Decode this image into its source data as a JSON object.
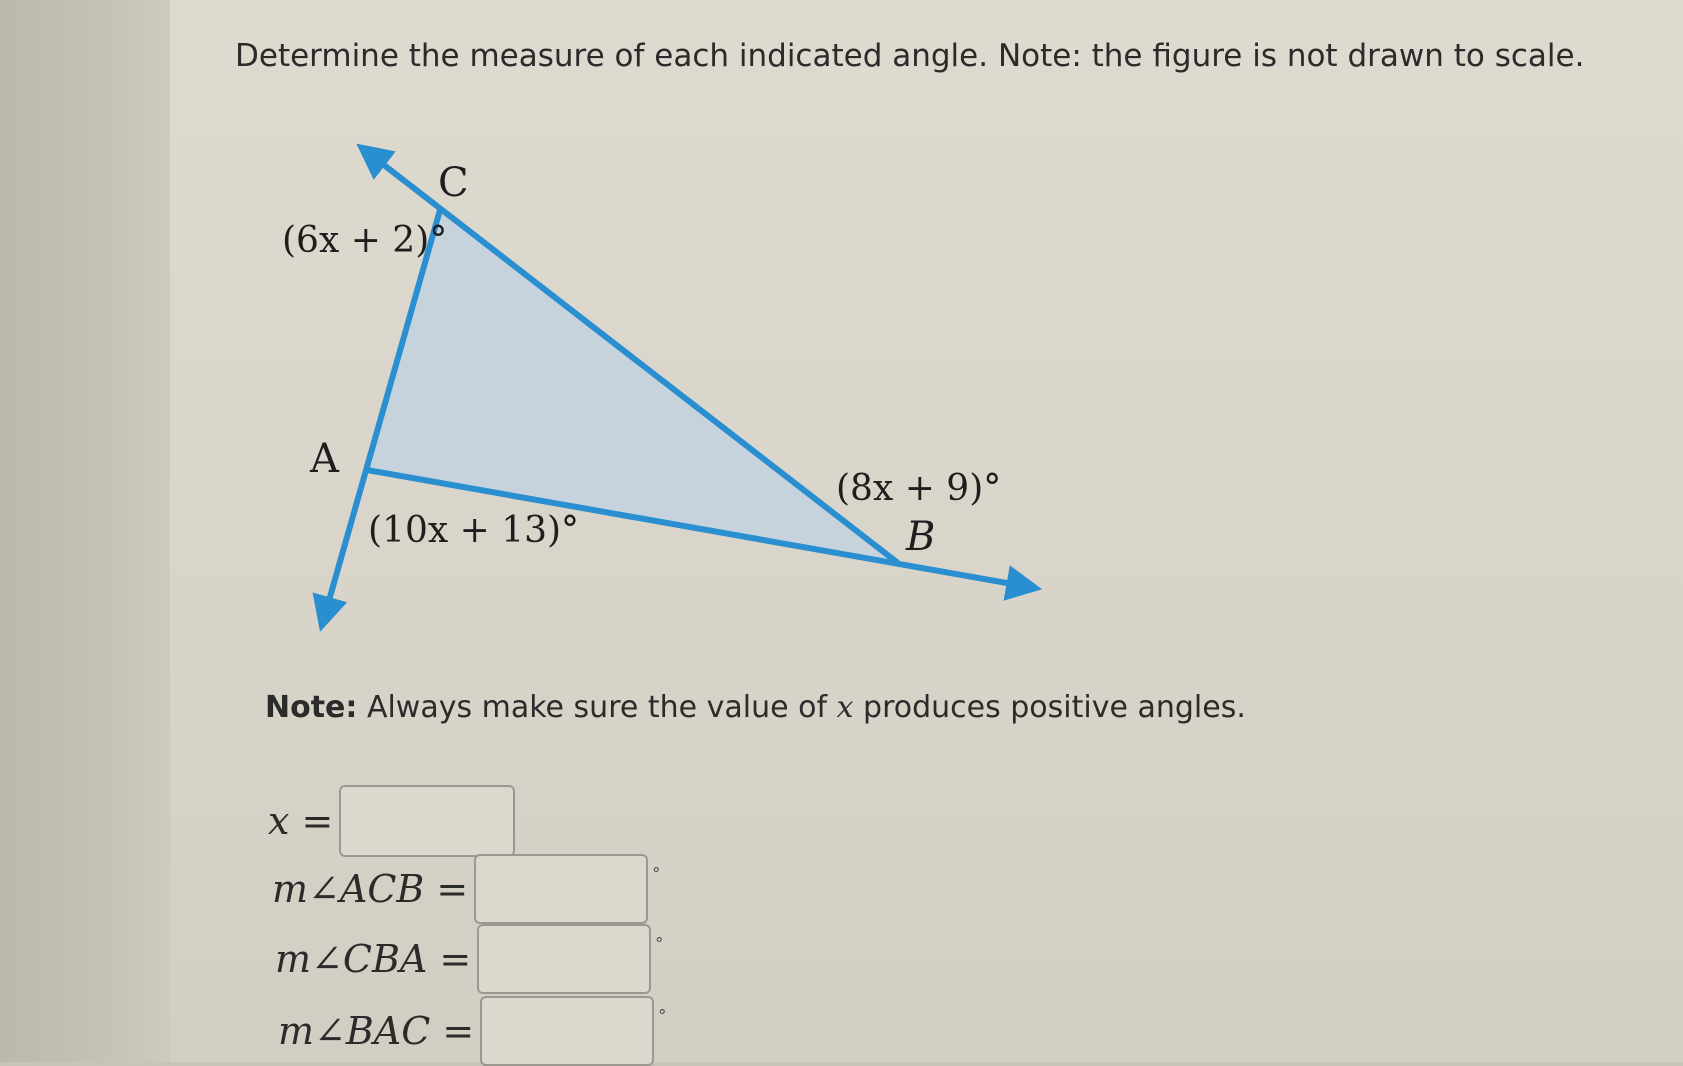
{
  "instruction": "Determine the measure of each indicated angle. Note: the figure is not drawn to scale.",
  "figure": {
    "vertex_A": "A",
    "vertex_B": "B",
    "vertex_C": "C",
    "angle_C_expr": "(6x + 2)°",
    "angle_B_expr": "(8x + 9)°",
    "angle_A_expr": "(10x + 13)°",
    "line_color": "#2a8fd0",
    "fill_color": "#c7d3dc"
  },
  "note": {
    "prefix": "Note:",
    "text_before_var": " Always make sure the value of ",
    "var": "x",
    "text_after_var": " produces positive angles."
  },
  "answers": [
    {
      "label": "x =",
      "value": "",
      "degree": ""
    },
    {
      "label": "m∠ACB =",
      "value": "",
      "degree": "°"
    },
    {
      "label": "m∠CBA =",
      "value": "",
      "degree": "°"
    },
    {
      "label": "m∠BAC =",
      "value": "",
      "degree": "°"
    }
  ]
}
